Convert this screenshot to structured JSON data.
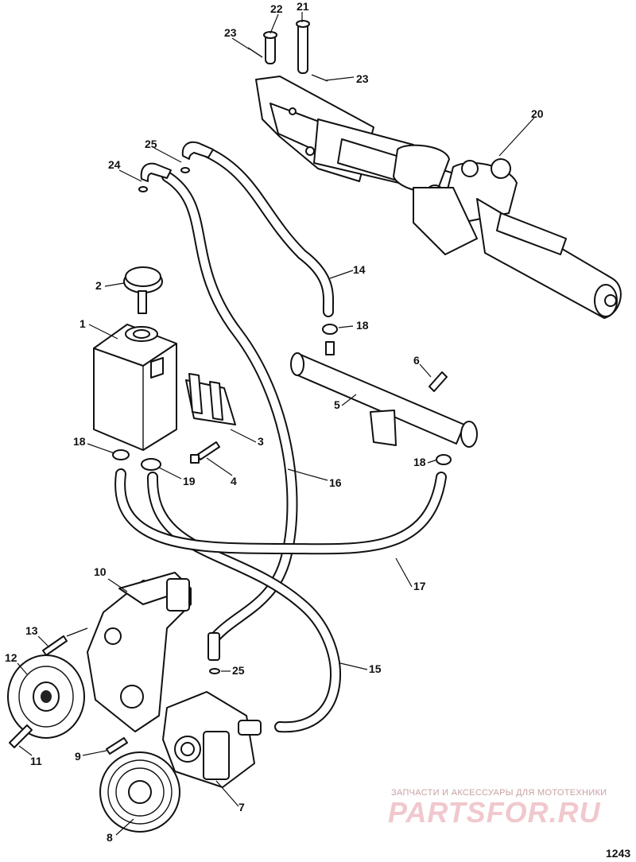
{
  "figure_number": "1243",
  "watermark": {
    "line1": "ЗАПЧАСТИ И АКСЕССУАРЫ ДЛЯ МОТОТЕХНИКИ",
    "line2": "PARTSFOR.RU"
  },
  "callouts": {
    "c1": "1",
    "c2": "2",
    "c3": "3",
    "c4": "4",
    "c5": "5",
    "c6": "6",
    "c7": "7",
    "c8": "8",
    "c9": "9",
    "c10": "10",
    "c11": "11",
    "c12": "12",
    "c13": "13",
    "c14": "14",
    "c15": "15",
    "c16": "16",
    "c17": "17",
    "c18a": "18",
    "c18b": "18",
    "c18c": "18",
    "c19": "19",
    "c20": "20",
    "c21": "21",
    "c22": "22",
    "c23a": "23",
    "c23b": "23",
    "c24": "24",
    "c25a": "25",
    "c25b": "25"
  }
}
